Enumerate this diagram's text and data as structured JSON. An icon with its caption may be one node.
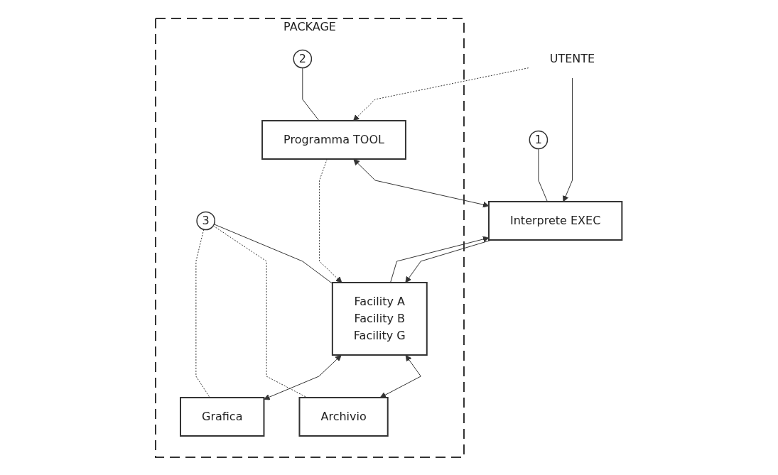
{
  "diagram": {
    "nodes": [
      {
        "text": [
          "UTENTE"
        ]
      },
      {
        "text": [
          "Interprete EXEC"
        ]
      },
      {
        "text": [
          "1"
        ]
      },
      {
        "text": [
          "PACKAGE"
        ]
      },
      {
        "text": [
          "Programma TOOL"
        ],
        "in": 3
      },
      {
        "text": [
          "Facility A",
          "Facility B",
          "Facility G"
        ],
        "in": 3
      },
      {
        "text": [
          "Archivio"
        ],
        "in": 3
      },
      {
        "text": [
          "Grafica"
        ],
        "in": 3
      },
      {
        "text": [
          "2"
        ],
        "in": 3
      },
      {
        "text": [
          "3"
        ],
        "in": 3
      }
    ],
    "edges": [
      {
        "from": 0,
        "to": 1,
        "arrow": "to"
      },
      {
        "from": 0,
        "to": 4,
        "arrow": "to",
        "style": "dashed"
      },
      {
        "from": 4,
        "to": 1,
        "arrow": "both"
      },
      {
        "from": 5,
        "to": 1,
        "arrow": "to"
      },
      {
        "from": 1,
        "to": 5,
        "arrow": "to"
      },
      {
        "from": 4,
        "to": 5,
        "arrow": "to",
        "style": "dashed"
      },
      {
        "from": 5,
        "to": 6,
        "arrow": "both"
      },
      {
        "from": 5,
        "to": 7,
        "arrow": "both"
      },
      {
        "from": 2,
        "to": 1,
        "arrow": "none"
      },
      {
        "from": 8,
        "to": 4,
        "arrow": "none"
      },
      {
        "from": 9,
        "to": 5,
        "arrow": "none"
      },
      {
        "from": 9,
        "to": 6,
        "arrow": "none",
        "style": "dashed"
      },
      {
        "from": 9,
        "to": 7,
        "arrow": "none",
        "style": "dashed"
      }
    ]
  }
}
